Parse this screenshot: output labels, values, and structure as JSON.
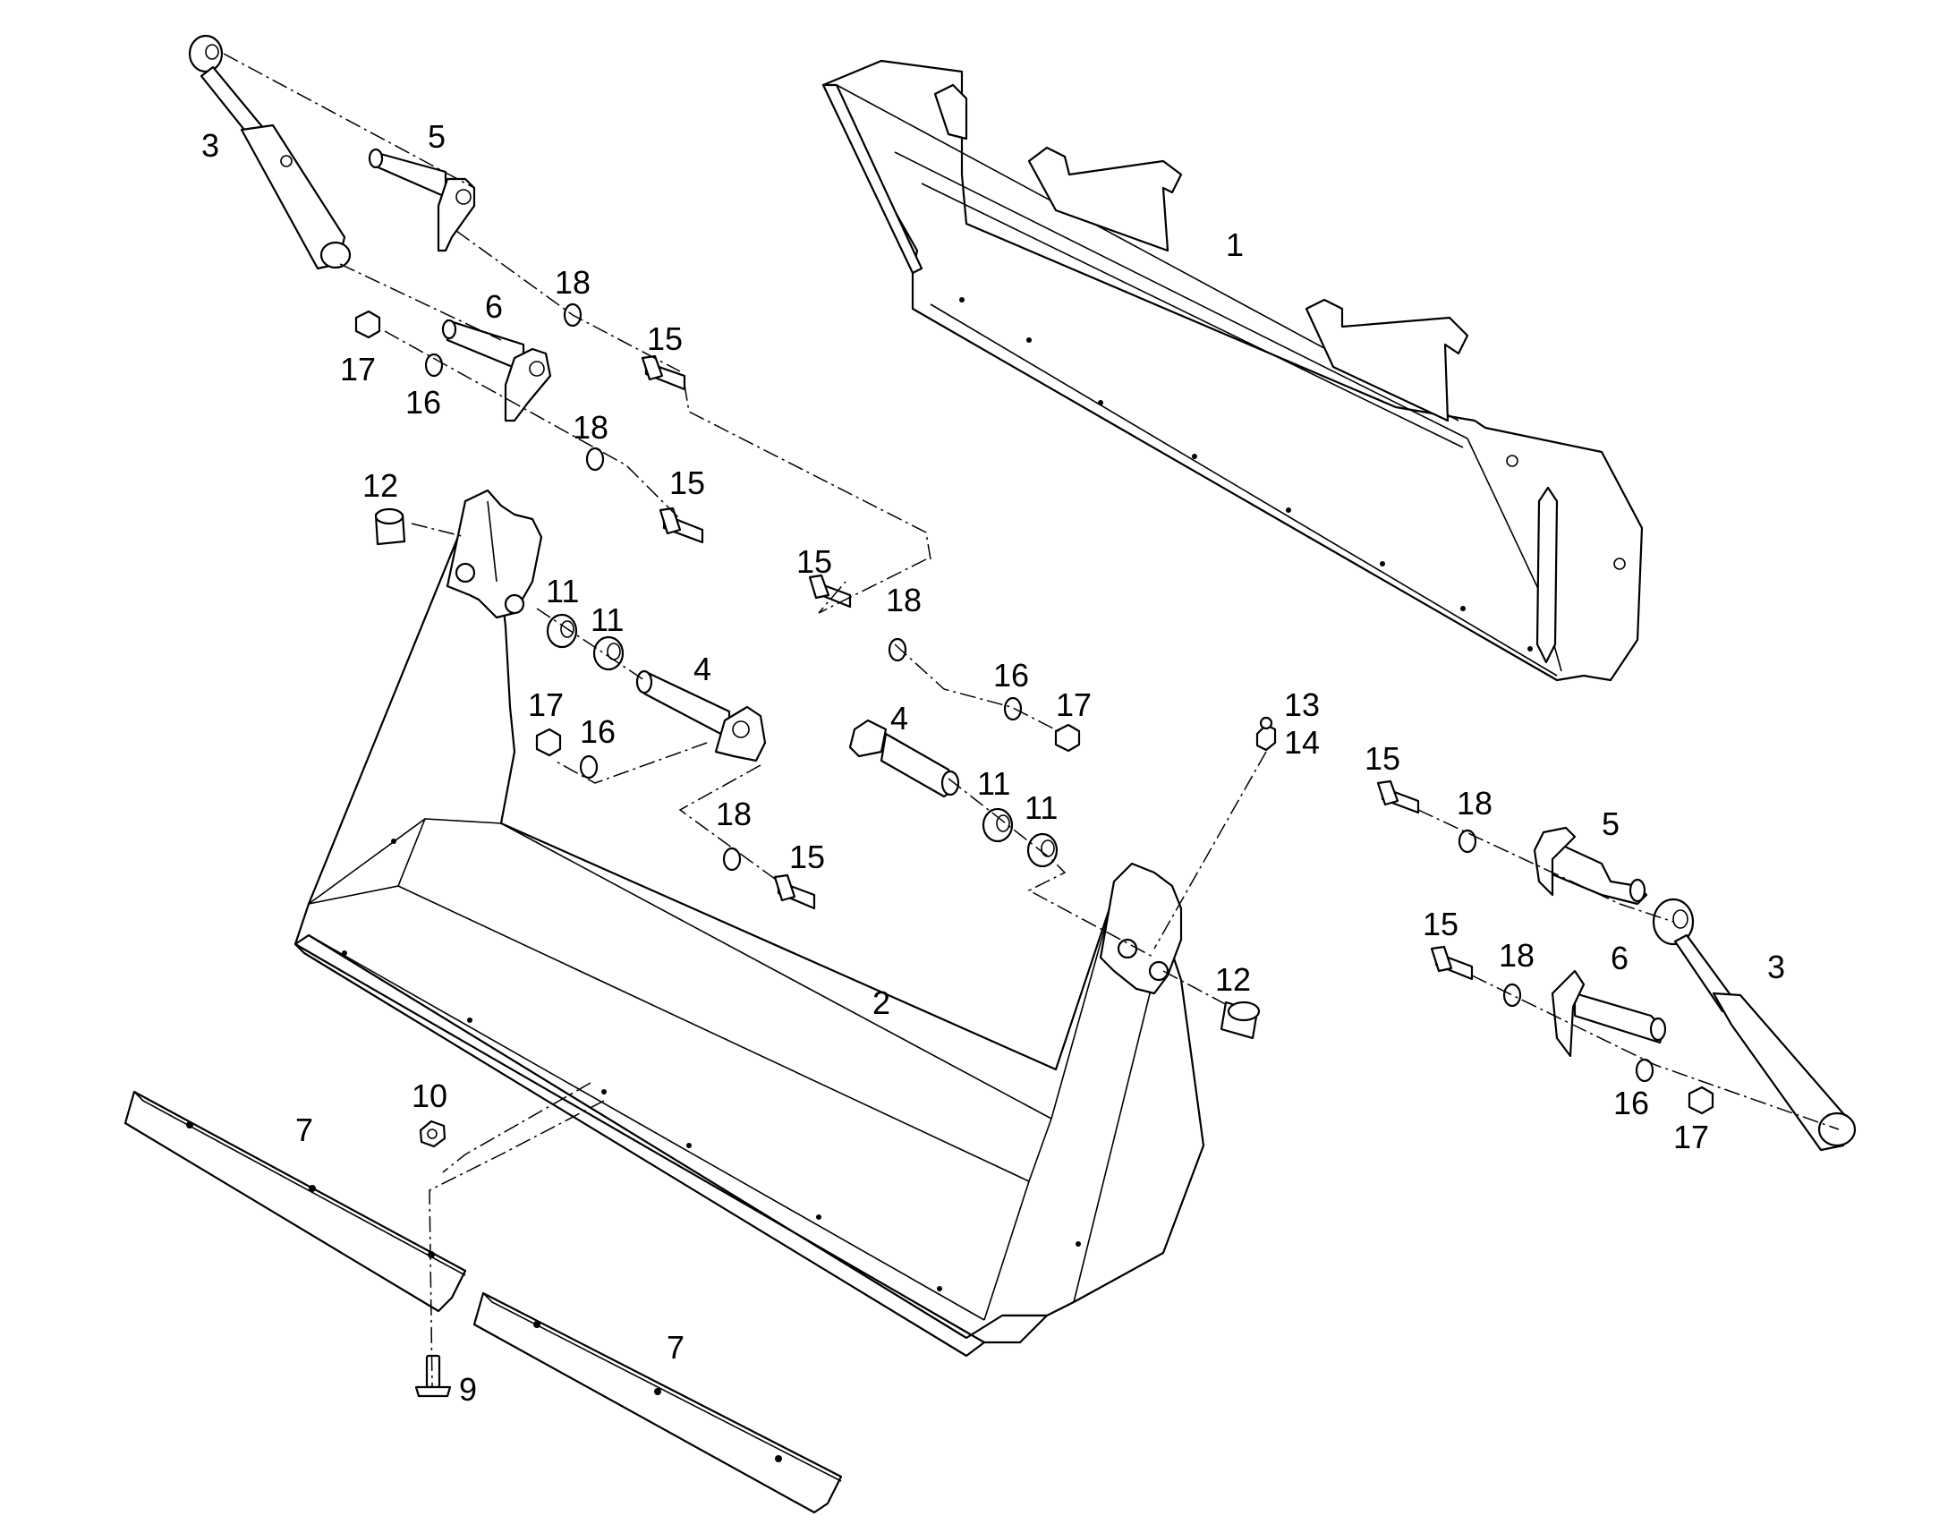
{
  "callouts": {
    "c1": "1",
    "c2": "2",
    "c3a": "3",
    "c3b": "3",
    "c4a": "4",
    "c4b": "4",
    "c5a": "5",
    "c5b": "5",
    "c6a": "6",
    "c6b": "6",
    "c7a": "7",
    "c7b": "7",
    "c9": "9",
    "c10": "10",
    "c11a": "11",
    "c11b": "11",
    "c11c": "11",
    "c11d": "11",
    "c12a": "12",
    "c12b": "12",
    "c13": "13",
    "c14": "14",
    "c15a": "15",
    "c15b": "15",
    "c15c": "15",
    "c15d": "15",
    "c15e": "15",
    "c15f": "15",
    "c16a": "16",
    "c16b": "16",
    "c16c": "16",
    "c16d": "16",
    "c17a": "17",
    "c17b": "17",
    "c17c": "17",
    "c17d": "17",
    "c18a": "18",
    "c18b": "18",
    "c18c": "18",
    "c18d": "18",
    "c18e": "18",
    "c18f": "18"
  }
}
